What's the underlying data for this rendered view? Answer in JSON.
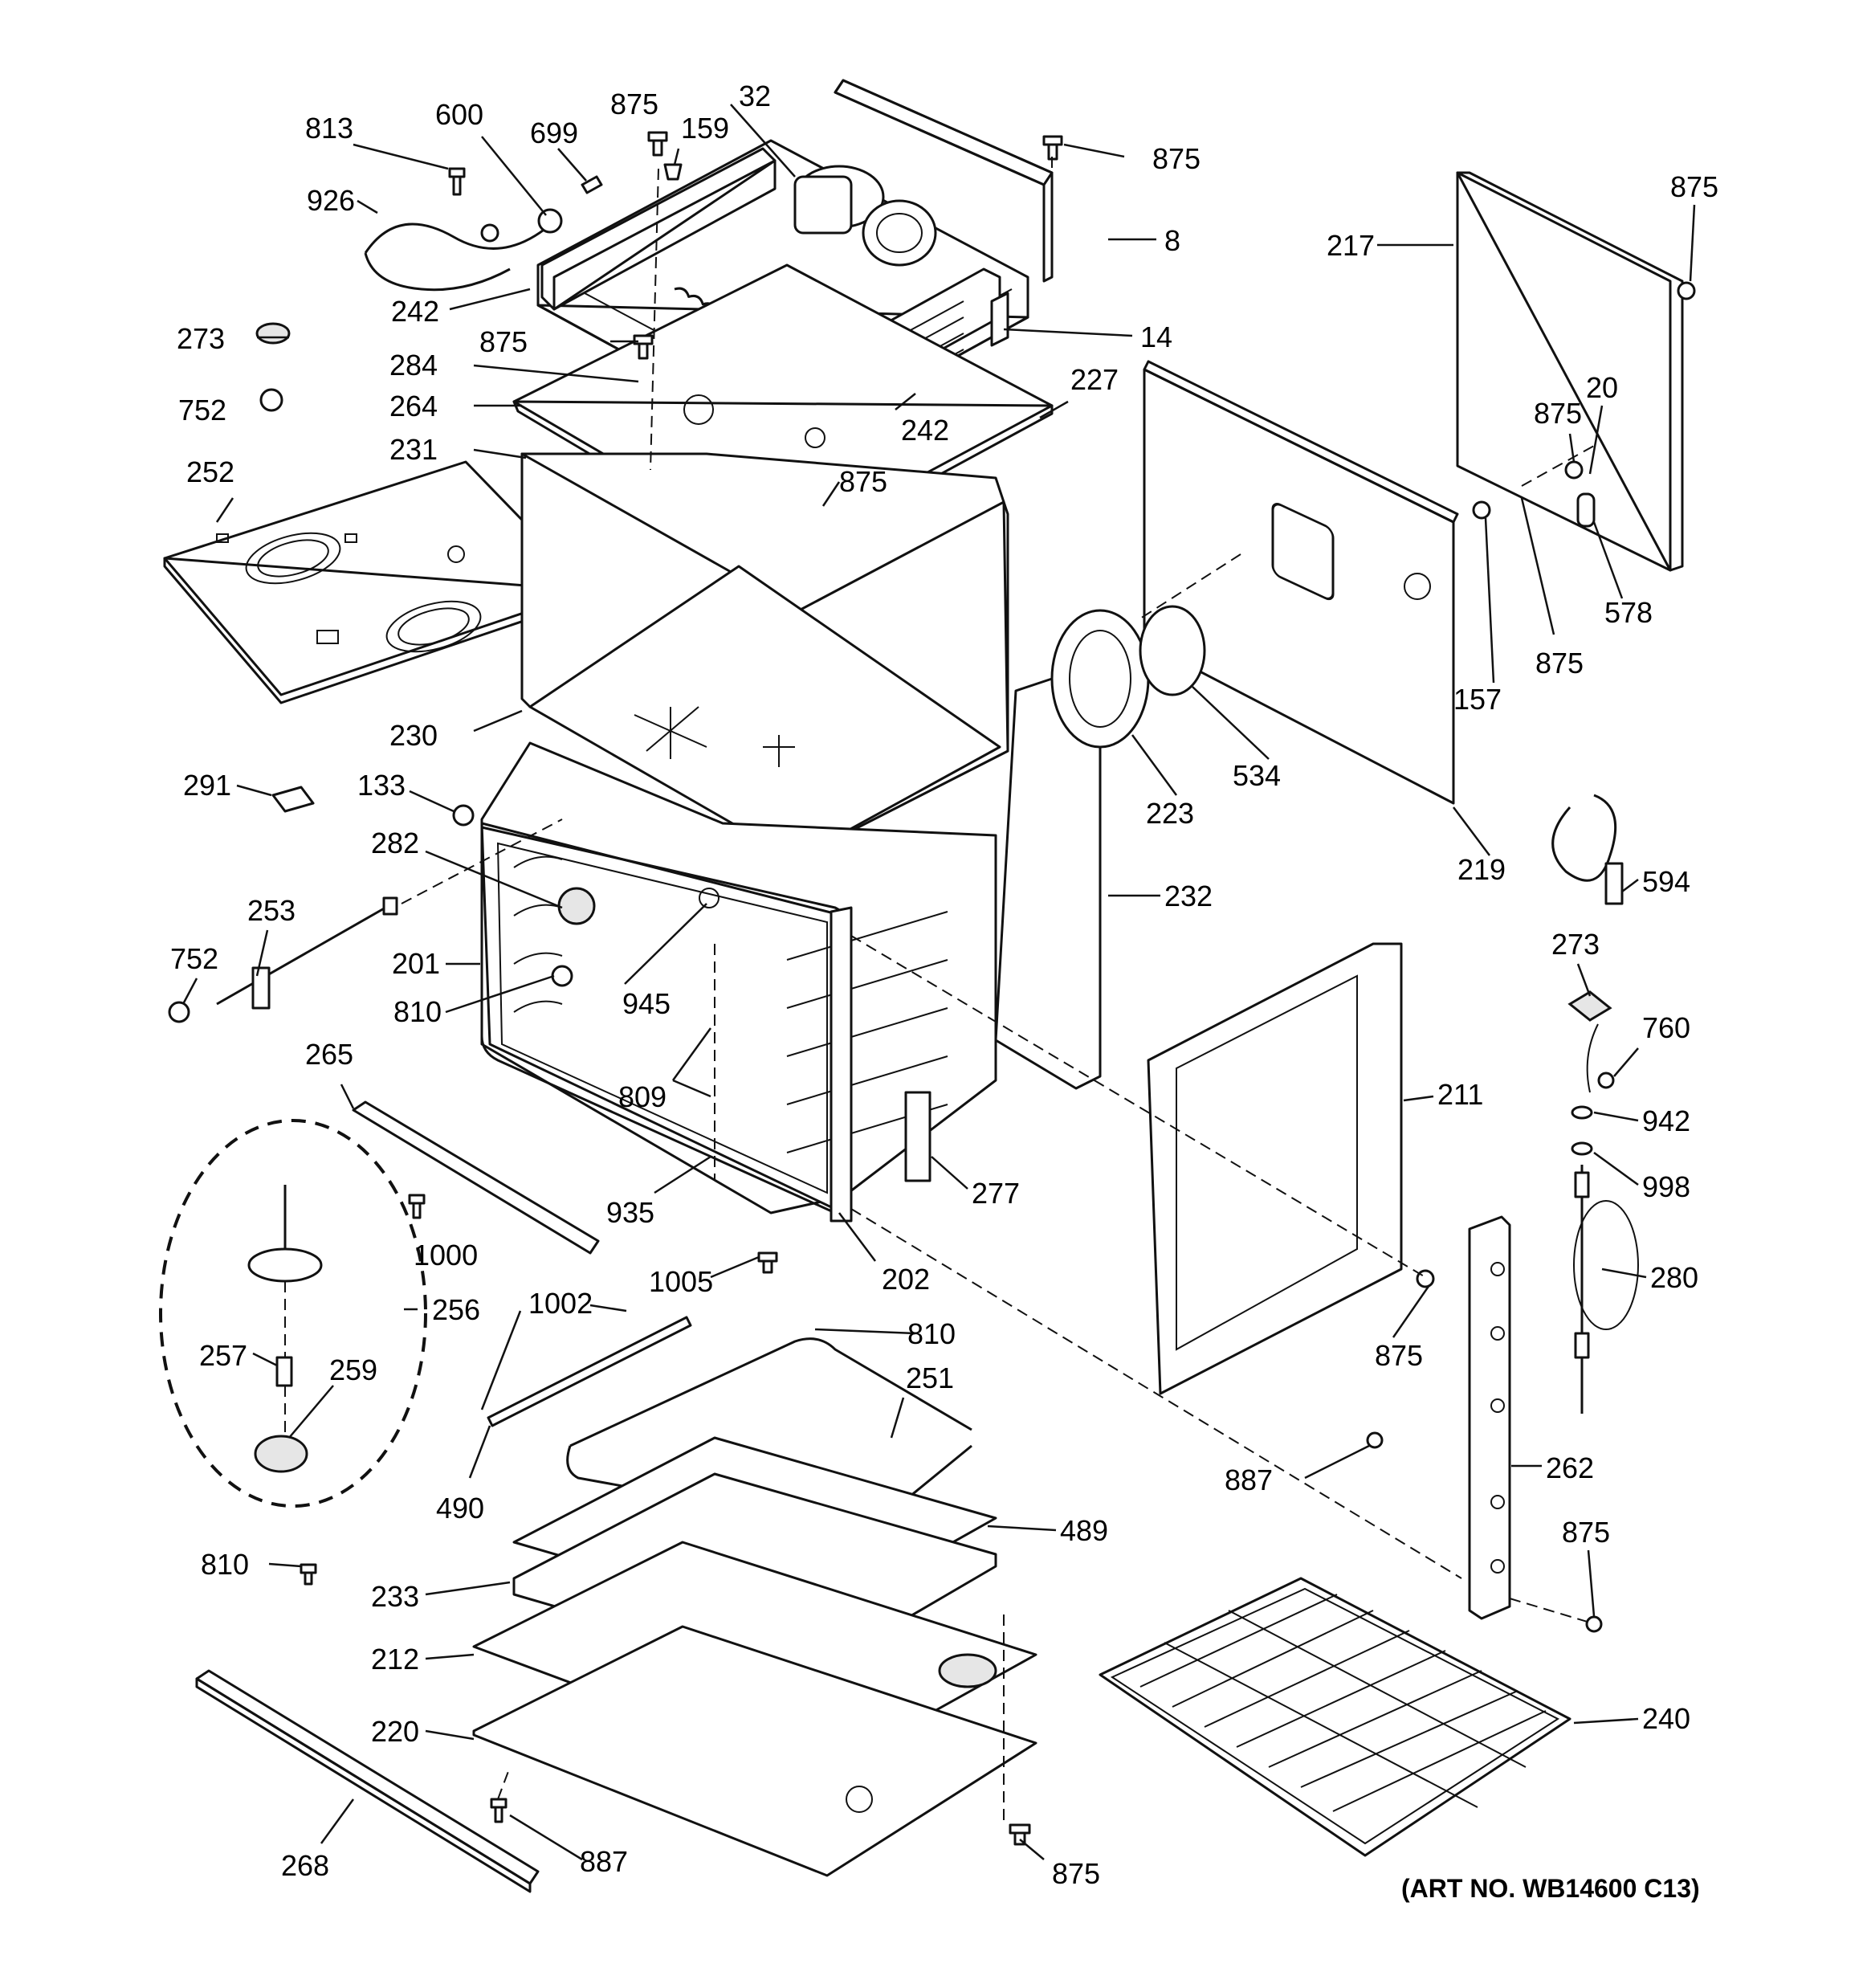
{
  "callouts": [
    "813",
    "600",
    "699",
    "875",
    "159",
    "32",
    "875",
    "926",
    "242",
    "8",
    "273",
    "875",
    "14",
    "752",
    "284",
    "264",
    "227",
    "242",
    "231",
    "252",
    "875",
    "230",
    "291",
    "133",
    "282",
    "253",
    "752",
    "201",
    "810",
    "945",
    "809",
    "935",
    "265",
    "1000",
    "256",
    "257",
    "259",
    "810",
    "1005",
    "202",
    "277",
    "1002",
    "810",
    "251",
    "490",
    "489",
    "233",
    "212",
    "220",
    "268",
    "887",
    "875",
    "217",
    "875",
    "875",
    "20",
    "578",
    "157",
    "875",
    "534",
    "223",
    "219",
    "232",
    "594",
    "273",
    "760",
    "942",
    "998",
    "211",
    "280",
    "875",
    "887",
    "262",
    "875",
    "240"
  ],
  "art_number": "(ART NO. WB14600 C13)"
}
